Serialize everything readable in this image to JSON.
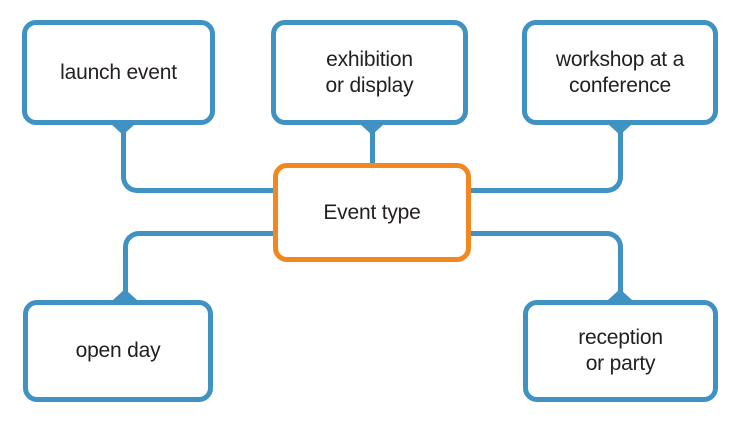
{
  "diagram": {
    "center": {
      "id": "event-type",
      "lines": [
        "Event type"
      ]
    },
    "nodes": [
      {
        "id": "launch-event",
        "lines": [
          "launch event"
        ]
      },
      {
        "id": "exhibition-or-display",
        "lines": [
          "exhibition",
          "or display"
        ]
      },
      {
        "id": "workshop-at-a-conference",
        "lines": [
          "workshop at a",
          "conference"
        ]
      },
      {
        "id": "open-day",
        "lines": [
          "open day"
        ]
      },
      {
        "id": "reception-or-party",
        "lines": [
          "reception",
          "or party"
        ]
      }
    ],
    "connections": [
      {
        "from": "launch-event",
        "to": "event-type"
      },
      {
        "from": "exhibition-or-display",
        "to": "event-type"
      },
      {
        "from": "workshop-at-a-conference",
        "to": "event-type"
      },
      {
        "from": "open-day",
        "to": "event-type"
      },
      {
        "from": "reception-or-party",
        "to": "event-type"
      }
    ],
    "colors": {
      "node_border": "#3F92C1",
      "center_border": "#F2871F",
      "text": "#231F20",
      "background": "#FFFFFF"
    }
  }
}
